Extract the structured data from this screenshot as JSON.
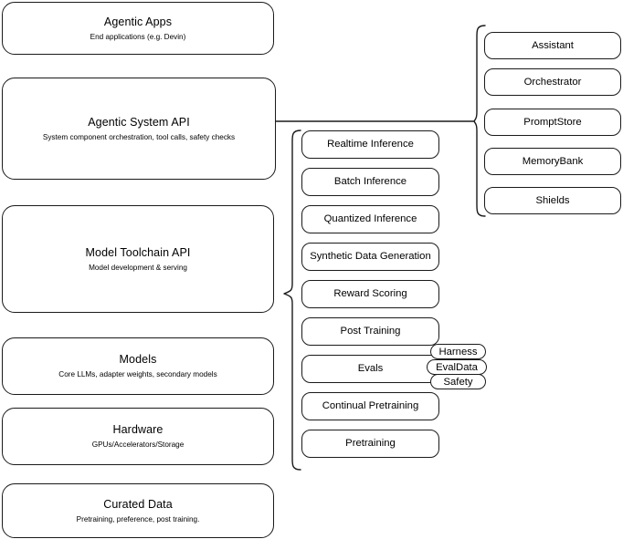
{
  "diagram": {
    "title": "Llama Stack layered architecture diagram",
    "stroke_color": "#1a1a1a",
    "background_color": "#ffffff"
  },
  "layers": [
    {
      "id": "agentic-apps",
      "title": "Agentic Apps",
      "subtitle": "End applications (e.g. Devin)"
    },
    {
      "id": "agentic-system-api",
      "title": "Agentic System API",
      "subtitle": "System component orchestration, tool calls, safety checks"
    },
    {
      "id": "model-toolchain-api",
      "title": "Model Toolchain API",
      "subtitle": "Model development & serving"
    },
    {
      "id": "models",
      "title": "Models",
      "subtitle": "Core LLMs, adapter weights, secondary models"
    },
    {
      "id": "hardware",
      "title": "Hardware",
      "subtitle": "GPUs/Accelerators/Storage"
    },
    {
      "id": "curated-data",
      "title": "Curated Data",
      "subtitle": "Pretraining, preference, post training."
    }
  ],
  "toolchain_components": [
    {
      "id": "realtime-inference",
      "label": "Realtime Inference"
    },
    {
      "id": "batch-inference",
      "label": "Batch Inference"
    },
    {
      "id": "quantized-inference",
      "label": "Quantized Inference"
    },
    {
      "id": "synthetic-data-generation",
      "label": "Synthetic Data Generation"
    },
    {
      "id": "reward-scoring",
      "label": "Reward Scoring"
    },
    {
      "id": "post-training",
      "label": "Post Training"
    },
    {
      "id": "evals",
      "label": "Evals"
    },
    {
      "id": "continual-pretraining",
      "label": "Continual Pretraining"
    },
    {
      "id": "pretraining",
      "label": "Pretraining"
    }
  ],
  "evals_subcomponents": [
    {
      "id": "harness",
      "label": "Harness"
    },
    {
      "id": "evaldata",
      "label": "EvalData"
    },
    {
      "id": "safety",
      "label": "Safety"
    }
  ],
  "system_components": [
    {
      "id": "assistant",
      "label": "Assistant"
    },
    {
      "id": "orchestrator",
      "label": "Orchestrator"
    },
    {
      "id": "promptstore",
      "label": "PromptStore"
    },
    {
      "id": "memorybank",
      "label": "MemoryBank"
    },
    {
      "id": "shields",
      "label": "Shields"
    }
  ]
}
